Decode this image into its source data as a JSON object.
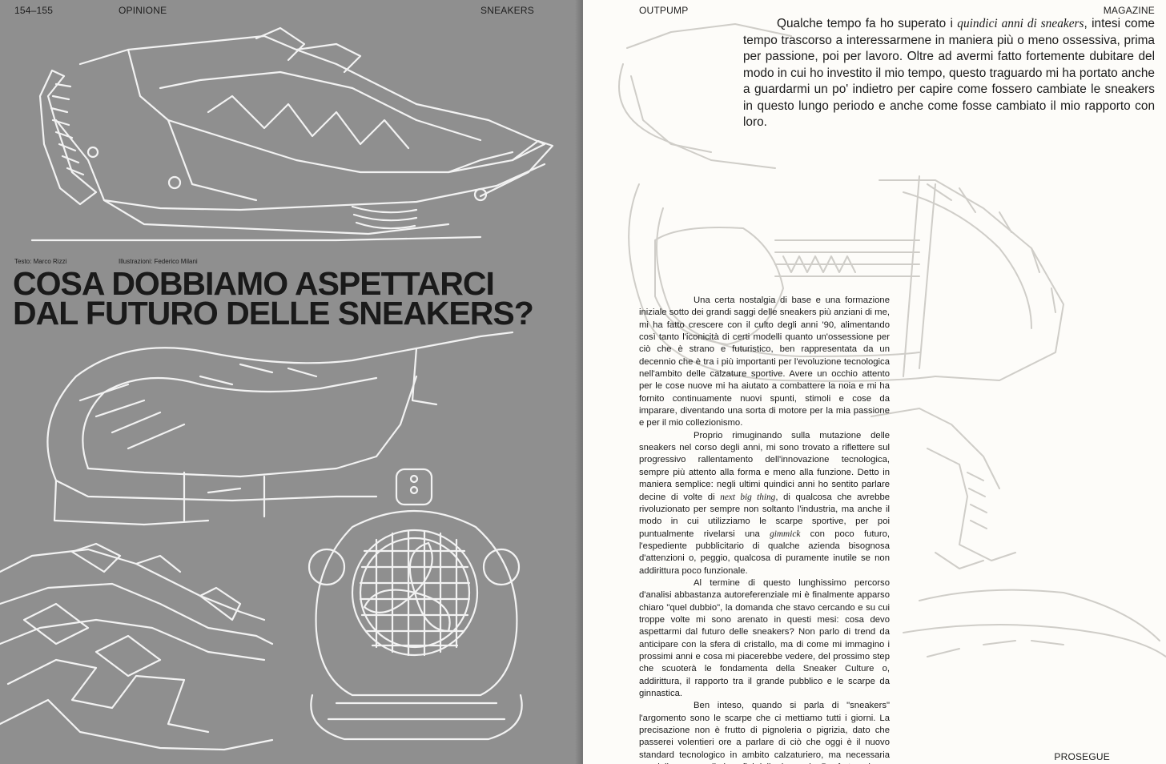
{
  "left_page": {
    "page_numbers": "154–155",
    "section": "OPINIONE",
    "topic": "SNEAKERS",
    "credit_text": "Testo: Marco Rizzi",
    "credit_illustrations": "Illustrazioni: Federico Milani",
    "headline_line1": "COSA DOBBIAMO ASPETTARCI",
    "headline_line2": "DAL FUTURO DELLE SNEAKERS?"
  },
  "right_page": {
    "publication": "OUTPUMP",
    "magazine": "MAGAZINE",
    "continues": "PROSEGUE",
    "intro": {
      "part1": "Qualche tempo fa ho superato i ",
      "italic": "quindici anni di sneakers",
      "part2": ", intesi come tempo trascorso a interessarmene in maniera più o meno ossessiva, prima per passione, poi per lavoro. Oltre ad avermi fatto fortemente dubitare del modo in cui ho investito il mio tempo, questo traguardo mi ha portato anche a guardarmi un po' indietro per capire come fossero cambiate le sneakers in questo lungo periodo e anche come fosse cambiato il mio rapporto con loro."
    },
    "body": {
      "p1": "Una certa nostalgia di base e una formazione iniziale sotto dei grandi saggi delle sneakers più anziani di me, mi ha fatto crescere con il culto degli anni '90, alimentando così tanto l'iconicità di certi modelli quanto un'ossessione per ciò che è strano e futuristico, ben rappresentata da un decennio che è tra i più importanti per l'evoluzione tecnologica nell'ambito delle calzature sportive. Avere un occhio attento per le cose nuove mi ha aiutato a combattere la noia e mi ha fornito continuamente nuovi spunti, stimoli e cose da imparare, diventando una sorta di motore per la mia passione e per il mio collezionismo.",
      "p2_a": "Proprio rimuginando sulla mutazione delle sneakers nel corso degli anni, mi sono trovato a riflettere sul progressivo rallentamento dell'innovazione tecnologica, sempre più attento alla forma e meno alla funzione. Detto in maniera semplice: negli ultimi quindici anni ho sentito parlare decine di volte di ",
      "p2_it1": "next big thing",
      "p2_b": ", di qualcosa che avrebbe rivoluzionato per sempre non soltanto l'industria, ma anche il modo in cui utilizziamo le scarpe sportive, per poi puntualmente rivelarsi una ",
      "p2_it2": "gimmick",
      "p2_c": " con poco futuro, l'espediente pubblicitario di qualche azienda bisognosa d'attenzioni o, peggio, qualcosa di puramente inutile se non addirittura poco funzionale.",
      "p3": "Al termine di questo lunghissimo percorso d'analisi abbastanza autoreferenziale mi è finalmente apparso chiaro \"quel dubbio\", la domanda che stavo cercando e su cui troppe volte mi sono arenato in questi mesi: cosa devo aspettarmi dal futuro delle sneakers? Non parlo di trend da anticipare con la sfera di cristallo, ma di come mi immagino i prossimi anni e cosa mi piacerebbe vedere, del prossimo step che scuoterà le fondamenta della Sneaker Culture o, addirittura, il rapporto tra il grande pubblico e le scarpe da ginnastica.",
      "p4": "Ben inteso, quando si parla di \"sneakers\" l'argomento sono le scarpe che ci mettiamo tutti i giorni. La precisazione non è frutto di pignoleria o pigrizia, dato che passerei volentieri ore a parlare di ciò che oggi è il nuovo standard tecnologico in ambito calzaturiero, ma necessaria per delineare meglio i confini della domanda. Per fortuna in"
    }
  },
  "colors": {
    "left_page_bg": "#8f8f8f",
    "right_page_bg": "#fdfcf9",
    "sketch_light": "#f2f2f2",
    "sketch_faint": "#cfcdc8",
    "text": "#1a1a1a"
  }
}
